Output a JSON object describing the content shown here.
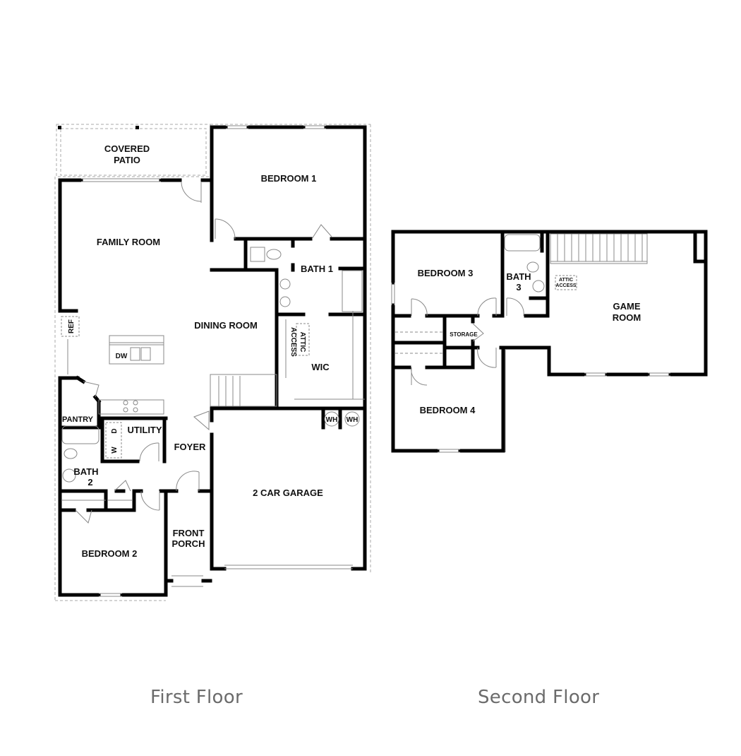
{
  "first_floor": {
    "caption": "First Floor",
    "rooms": {
      "covered_patio_1": "COVERED",
      "covered_patio_2": "PATIO",
      "bedroom_1": "BEDROOM 1",
      "family_room": "FAMILY ROOM",
      "bath_1": "BATH 1",
      "dining_room": "DINING ROOM",
      "attic_access_1": "ATTIC",
      "attic_access_2": "ACCESS",
      "wic": "WIC",
      "ref": "REF",
      "dw": "DW",
      "pantry": "PANTRY",
      "utility": "UTILITY",
      "washer": "W",
      "dryer": "D",
      "foyer": "FOYER",
      "wh_1": "WH",
      "wh_2": "WH",
      "bath_2_1": "BATH",
      "bath_2_2": "2",
      "garage": "2 CAR GARAGE",
      "front_porch_1": "FRONT",
      "front_porch_2": "PORCH",
      "bedroom_2": "BEDROOM 2"
    }
  },
  "second_floor": {
    "caption": "Second Floor",
    "rooms": {
      "bedroom_3": "BEDROOM 3",
      "bath_3_1": "BATH",
      "bath_3_2": "3",
      "attic_access_1": "ATTIC",
      "attic_access_2": "ACCESS",
      "game_room_1": "GAME",
      "game_room_2": "ROOM",
      "storage": "STORAGE",
      "bedroom_4": "BEDROOM 4"
    }
  },
  "colors": {
    "wall": "#000000",
    "thin_line": "#9a9a9a",
    "caption": "#6b6b6b"
  }
}
